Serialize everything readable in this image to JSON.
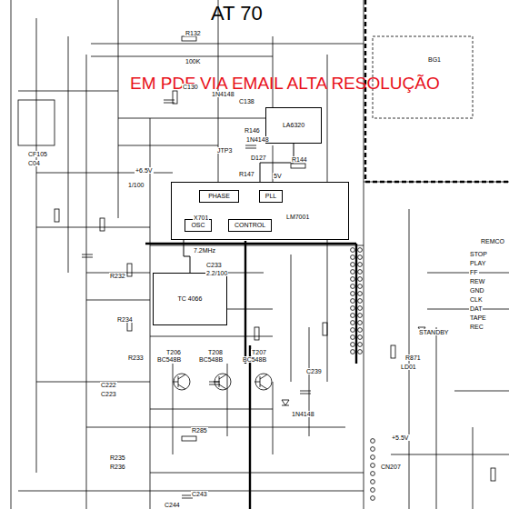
{
  "diagram": {
    "title": "AT 70",
    "nodes": [
      {
        "text": [
          "LA6320"
        ]
      },
      {
        "text": [
          "LM7001"
        ]
      },
      {
        "text": [
          "PHASE"
        ],
        "in": 1
      },
      {
        "text": [
          "PLL"
        ],
        "in": 1
      },
      {
        "text": [
          "OSC"
        ],
        "in": 1
      },
      {
        "text": [
          "CONTROL"
        ],
        "in": 1
      },
      {
        "text": [
          "TC 4066"
        ]
      }
    ],
    "edges": [
      {
        "from": 0,
        "to": 1,
        "arrow": "none"
      },
      {
        "from": 1,
        "to": 6,
        "arrow": "none"
      }
    ],
    "labels": [
      "EM PDF VIA EMAIL ALTA RESOLUÇÃO",
      "R132",
      "100K",
      "1N4148",
      "C130",
      "C138",
      "R146",
      "R147",
      "JTP3",
      "D127",
      "1N4148",
      "R144",
      "1/100",
      "+6.5V",
      "5V",
      "X701",
      "7.2MHz",
      "CF105",
      "C04",
      "C233",
      "2.2/100",
      "R232",
      "R233",
      "R234",
      "C222",
      "C223",
      "R235",
      "R236",
      "BC548B",
      "T206",
      "BC548B",
      "T208",
      "BC548B",
      "T207",
      "C239",
      "1N4148",
      "R285",
      "C243",
      "C244",
      "BG1",
      "STANDBY",
      "LD01",
      "R871",
      "REMCO",
      "STOP",
      "PLAY",
      "FF",
      "REW",
      "GND",
      "CLK",
      "DAT",
      "TAPE",
      "REC",
      "+5.5V",
      "CN207"
    ]
  }
}
